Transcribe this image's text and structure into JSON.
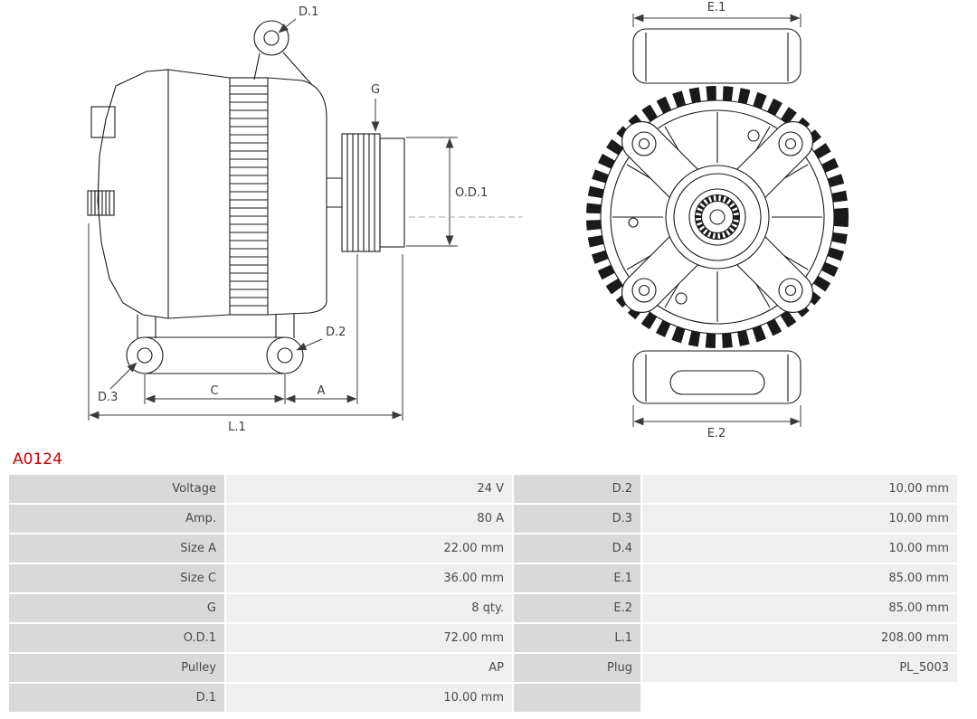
{
  "part_number": "A0124",
  "colors": {
    "part_number_text": "#cc0000",
    "table_label_bg": "#d9d9d9",
    "table_value_bg": "#efefef",
    "line_color": "#1a1a1a"
  },
  "diagram": {
    "labels": {
      "d1": "D.1",
      "g": "G",
      "od1": "O.D.1",
      "d2": "D.2",
      "d3": "D.3",
      "c": "C",
      "a": "A",
      "l1": "L.1",
      "e1": "E.1",
      "e2": "E.2"
    }
  },
  "spec_table": {
    "rows": [
      {
        "l1": "Voltage",
        "v1": "24 V",
        "l2": "D.2",
        "v2": "10.00 mm"
      },
      {
        "l1": "Amp.",
        "v1": "80 A",
        "l2": "D.3",
        "v2": "10.00 mm"
      },
      {
        "l1": "Size A",
        "v1": "22.00 mm",
        "l2": "D.4",
        "v2": "10.00 mm"
      },
      {
        "l1": "Size C",
        "v1": "36.00 mm",
        "l2": "E.1",
        "v2": "85.00 mm"
      },
      {
        "l1": "G",
        "v1": "8 qty.",
        "l2": "E.2",
        "v2": "85.00 mm"
      },
      {
        "l1": "O.D.1",
        "v1": "72.00 mm",
        "l2": "L.1",
        "v2": "208.00 mm"
      },
      {
        "l1": "Pulley",
        "v1": "AP",
        "l2": "Plug",
        "v2": "PL_5003"
      },
      {
        "l1": "D.1",
        "v1": "10.00 mm",
        "l2": "",
        "v2": ""
      }
    ]
  }
}
